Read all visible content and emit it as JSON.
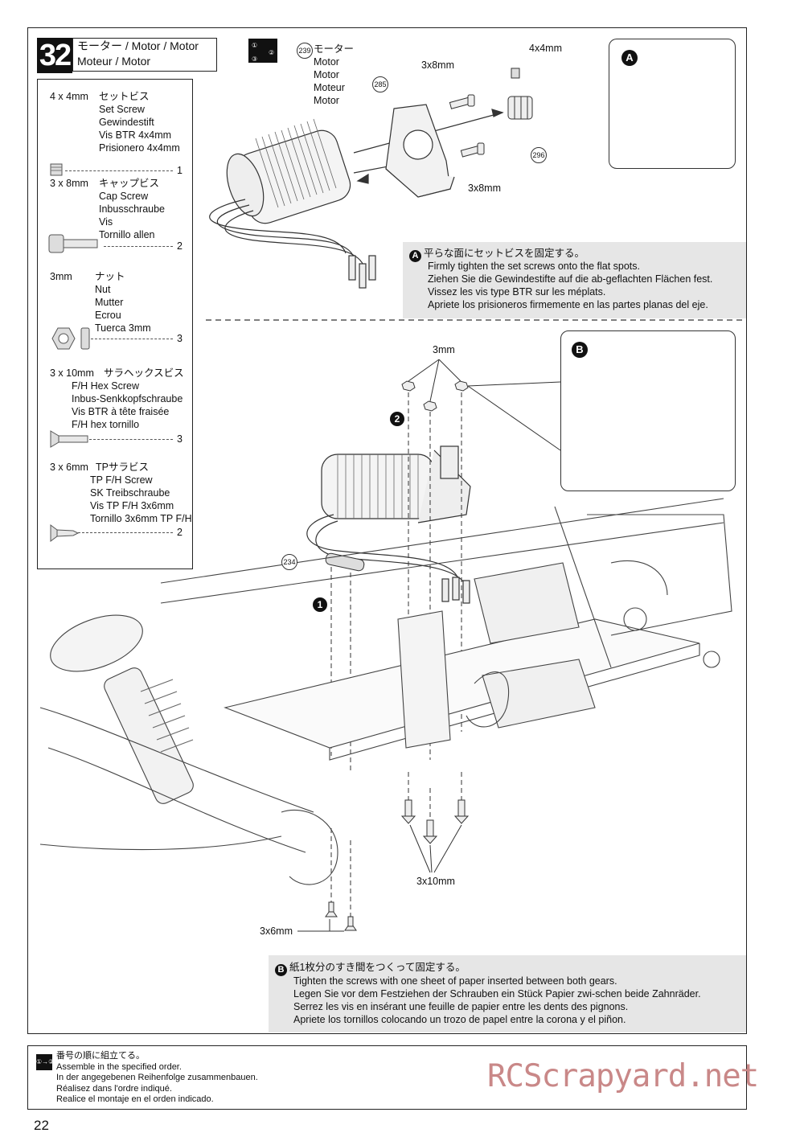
{
  "step": {
    "number": "32",
    "title_line1": "モーター / Motor / Motor",
    "title_line2": "Moteur / Motor"
  },
  "parts": [
    {
      "size": "4 x 4mm",
      "names": [
        "セットビス",
        "Set Screw",
        "Gewindestift",
        "Vis BTR 4x4mm",
        "Prisionero 4x4mm"
      ],
      "count": "1",
      "icon": "set-screw-icon"
    },
    {
      "size": "3 x 8mm",
      "names": [
        "キャップビス",
        "Cap Screw",
        "Inbusschraube",
        "Vis",
        "Tornillo allen"
      ],
      "count": "2",
      "icon": "cap-screw-icon"
    },
    {
      "size": "3mm",
      "names": [
        "ナット",
        "Nut",
        "Mutter",
        "Ecrou",
        "Tuerca 3mm"
      ],
      "count": "3",
      "icon": "nut-icon"
    },
    {
      "size": "3 x 10mm",
      "names": [
        "サラヘックスビス",
        "F/H Hex Screw",
        "Inbus-Senkkopfschraube",
        "Vis BTR à tête fraisée",
        "F/H hex tornillo"
      ],
      "count": "3",
      "icon": "flat-head-screw-icon"
    },
    {
      "size": "3 x 6mm",
      "names": [
        "TPサラビス",
        "TP F/H Screw",
        "SK Treibschraube",
        "Vis TP F/H 3x6mm",
        "Tornillo 3x6mm TP F/H"
      ],
      "count": "2",
      "icon": "tp-screw-icon"
    }
  ],
  "motor_label": {
    "callout": "239",
    "lines": [
      "モーター",
      "Motor",
      "Motor",
      "Moteur",
      "Motor"
    ]
  },
  "callouts": {
    "mount": "285",
    "pinion": "296",
    "spacer": "234"
  },
  "labels": {
    "screw_3x8_top": "3x8mm",
    "screw_3x8_bottom": "3x8mm",
    "set_screw": "4x4mm",
    "nut": "3mm",
    "screws_3x10": "3x10mm",
    "screws_3x6": "3x6mm"
  },
  "detail_a": {
    "badge": "A"
  },
  "detail_b": {
    "badge": "B"
  },
  "sequence": {
    "first": "1",
    "second": "2"
  },
  "note_a": {
    "badge": "A",
    "lines": [
      "平らな面にセットビスを固定する。",
      "Firmly tighten the set screws onto the flat spots.",
      "Ziehen Sie die Gewindestifte auf die ab-geflachten Flächen fest.",
      "Vissez les vis type BTR sur les méplats.",
      "Apriete los prisioneros firmemente en las partes planas del eje."
    ]
  },
  "note_b": {
    "badge": "B",
    "lines": [
      "紙1枚分のすき間をつくって固定する。",
      "Tighten the screws with one sheet of paper inserted between both gears.",
      "Legen Sie vor dem Festziehen der Schrauben ein Stück Papier zwi-schen beide Zahnräder.",
      "Serrez les vis en insérant une feuille de papier entre les dents des pignons.",
      "Apriete los tornillos colocando un trozo de papel entre la corona y el piñon."
    ]
  },
  "footer": {
    "lines": [
      "番号の順に組立てる。",
      "Assemble in the specified order.",
      "In der angegebenen Reihenfolge zusammenbauen.",
      "Réalisez dans l'ordre indiqué.",
      "Realice el montaje en el orden indicado."
    ]
  },
  "watermark": "RCScrapyard.net",
  "page_number": "22"
}
